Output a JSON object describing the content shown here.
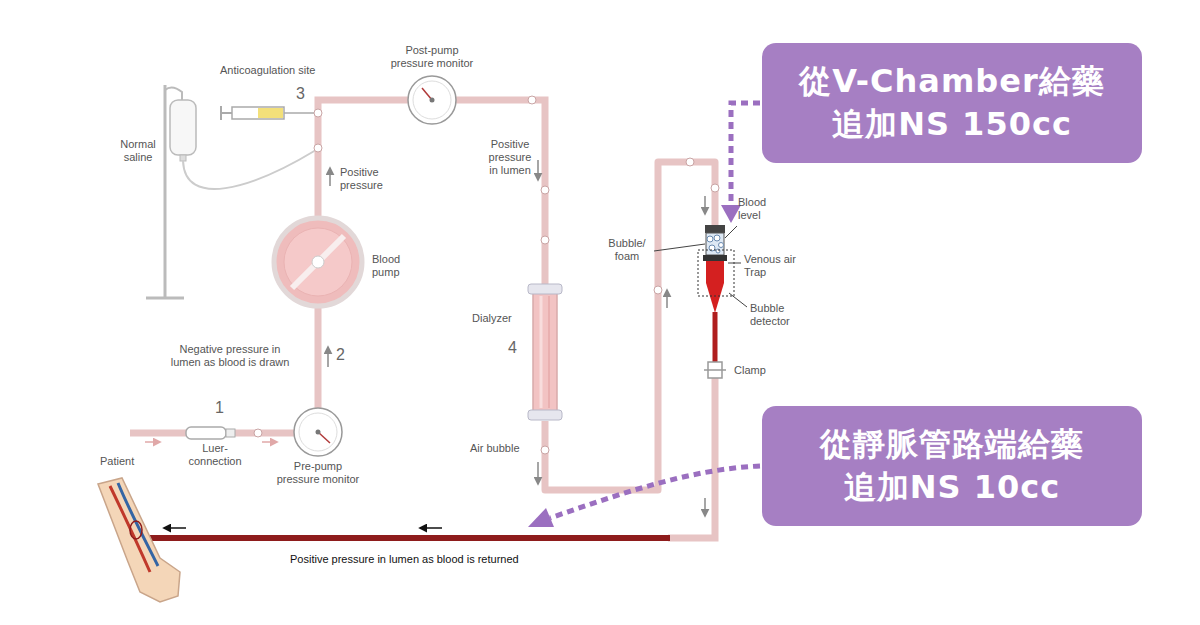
{
  "diagram": {
    "nodes": [
      {
        "text": [
          "從V-Chamber給藥 追加NS 150cc"
        ]
      },
      {
        "text": [
          "從靜脈管路端給藥 追加NS 10cc"
        ]
      }
    ],
    "labels": [
      "Anticoagulation site",
      "3",
      "Post-pump pressure monitor",
      "Normal saline",
      "Positive pressure",
      "Blood pump",
      "Negative pressure in lumen as blood is drawn",
      "2",
      "1",
      "Luer-connection",
      "Patient",
      "Pre-pump pressure monitor",
      "Positive pressure in lumen",
      "Dialyzer",
      "4",
      "Air bubble",
      "Bubble/ foam",
      "Blood level",
      "Venous air Trap",
      "Bubble detector",
      "Clamp",
      "Positive pressure in lumen as blood is returned"
    ]
  }
}
